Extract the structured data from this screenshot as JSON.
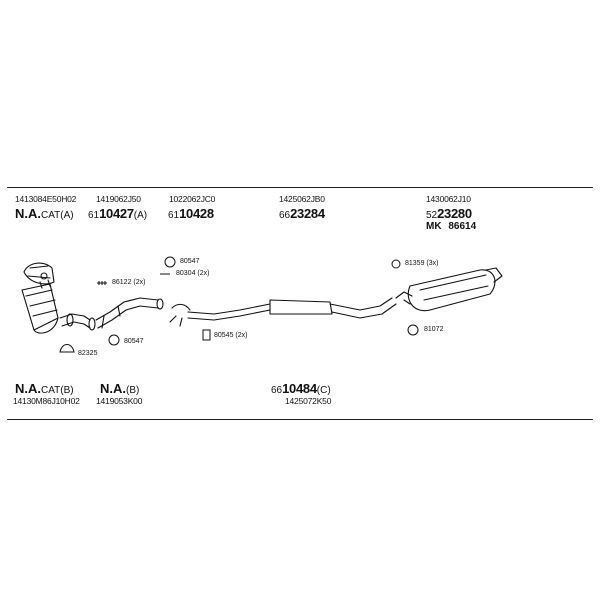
{
  "top_row": {
    "oem": [
      "1413084E50H02",
      "1419062J50",
      "1022062JC0",
      "1425062JB0",
      "1430062J10"
    ],
    "parts": [
      {
        "prefix": "N.A.",
        "num": "",
        "suffix": "CAT(A)"
      },
      {
        "prefix": "61",
        "num": "10427",
        "suffix": "(A)"
      },
      {
        "prefix": "61",
        "num": "10428",
        "suffix": ""
      },
      {
        "prefix": "66",
        "num": "23284",
        "suffix": ""
      },
      {
        "prefix": "52",
        "num": "23280",
        "suffix": ""
      }
    ],
    "mk_label": "MK",
    "mk_value": "86614"
  },
  "callouts": {
    "c80547_top": "80547",
    "c80304": "80304 (2x)",
    "c86122": "86122 (2x)",
    "c81359": "81359 (3x)",
    "c80545": "80545 (2x)",
    "c81072": "81072",
    "c80547_bottom": "80547",
    "c82325": "82325"
  },
  "bottom_row": {
    "parts": [
      {
        "prefix": "N.A.",
        "num": "",
        "suffix": "CAT(B)"
      },
      {
        "prefix": "N.A.",
        "num": "",
        "suffix": "(B)"
      },
      {
        "prefix": "66",
        "num": "10484",
        "suffix": "(C)"
      }
    ],
    "oem": [
      "14130M86J10H02",
      "1419053K00",
      "1425072K50"
    ]
  }
}
